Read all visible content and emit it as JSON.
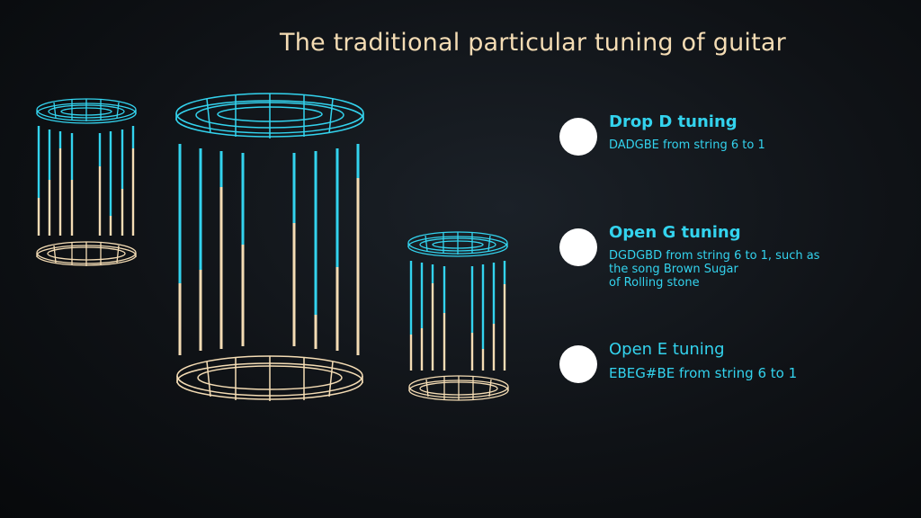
{
  "title": "The traditional particular tuning of guitar",
  "colors": {
    "cyan": "#33d3ee",
    "cream": "#f4dcb4",
    "background": "#0f1216",
    "bullet": "#ffffff"
  },
  "tunings": [
    {
      "name": "Drop D tuning",
      "description": "DADGBE from string 6 to 1"
    },
    {
      "name": "Open G tuning",
      "description": "DGDGBD from string 6 to 1, such as\nthe song Brown Sugar\n of Rolling stone"
    },
    {
      "name": "Open E tuning",
      "description": " EBEG#BE from string 6 to 1"
    }
  ],
  "decorations": [
    "wireframe-cylinder-icon",
    "wireframe-cylinder-icon",
    "wireframe-cylinder-icon"
  ]
}
